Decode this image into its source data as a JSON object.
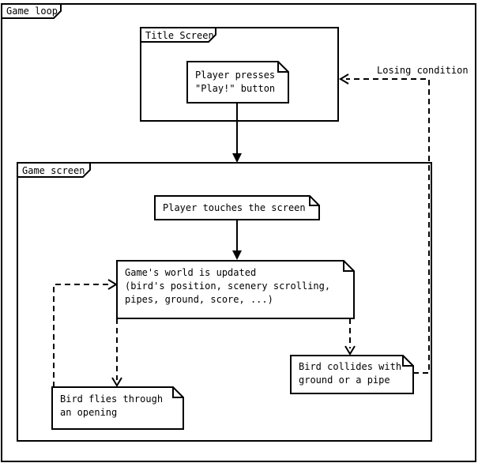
{
  "frames": {
    "game_loop": "Game loop",
    "title_screen": "Title Screen",
    "game_screen": "Game screen"
  },
  "notes": {
    "play_button": {
      "lines": [
        "Player presses",
        "\"Play!\" button"
      ]
    },
    "touch_screen": {
      "lines": [
        "Player touches the screen"
      ]
    },
    "world_updated": {
      "lines": [
        "Game's world is updated",
        "(bird's position, scenery scrolling,",
        "pipes, ground, score, ...)"
      ]
    },
    "bird_flies": {
      "lines": [
        "Bird flies through",
        "an opening"
      ]
    },
    "bird_collides": {
      "lines": [
        "Bird collides with",
        "ground or a pipe"
      ]
    }
  },
  "labels": {
    "losing_condition": "Losing condition"
  },
  "colors": {
    "stroke": "#000000",
    "background": "#ffffff"
  }
}
